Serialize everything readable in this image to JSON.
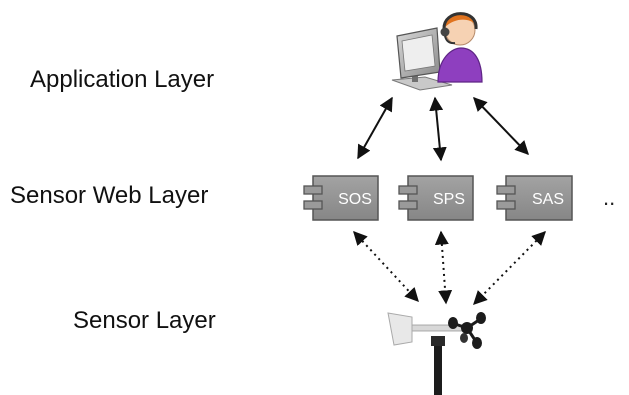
{
  "layers": {
    "application": "Application Layer",
    "sensor_web": "Sensor Web Layer",
    "sensor": "Sensor Layer"
  },
  "services": [
    {
      "label": "SOS"
    },
    {
      "label": "SPS"
    },
    {
      "label": "SAS"
    }
  ],
  "ellipsis": "..",
  "colors": {
    "service_fill": "#8f8f8f",
    "service_stroke": "#555555",
    "person_shirt": "#8e3fbf",
    "person_hair": "#e0731f",
    "text": "#111111"
  },
  "icons": {
    "user": "user-at-computer-icon",
    "component": "component-icon",
    "sensor": "weather-station-icon"
  }
}
